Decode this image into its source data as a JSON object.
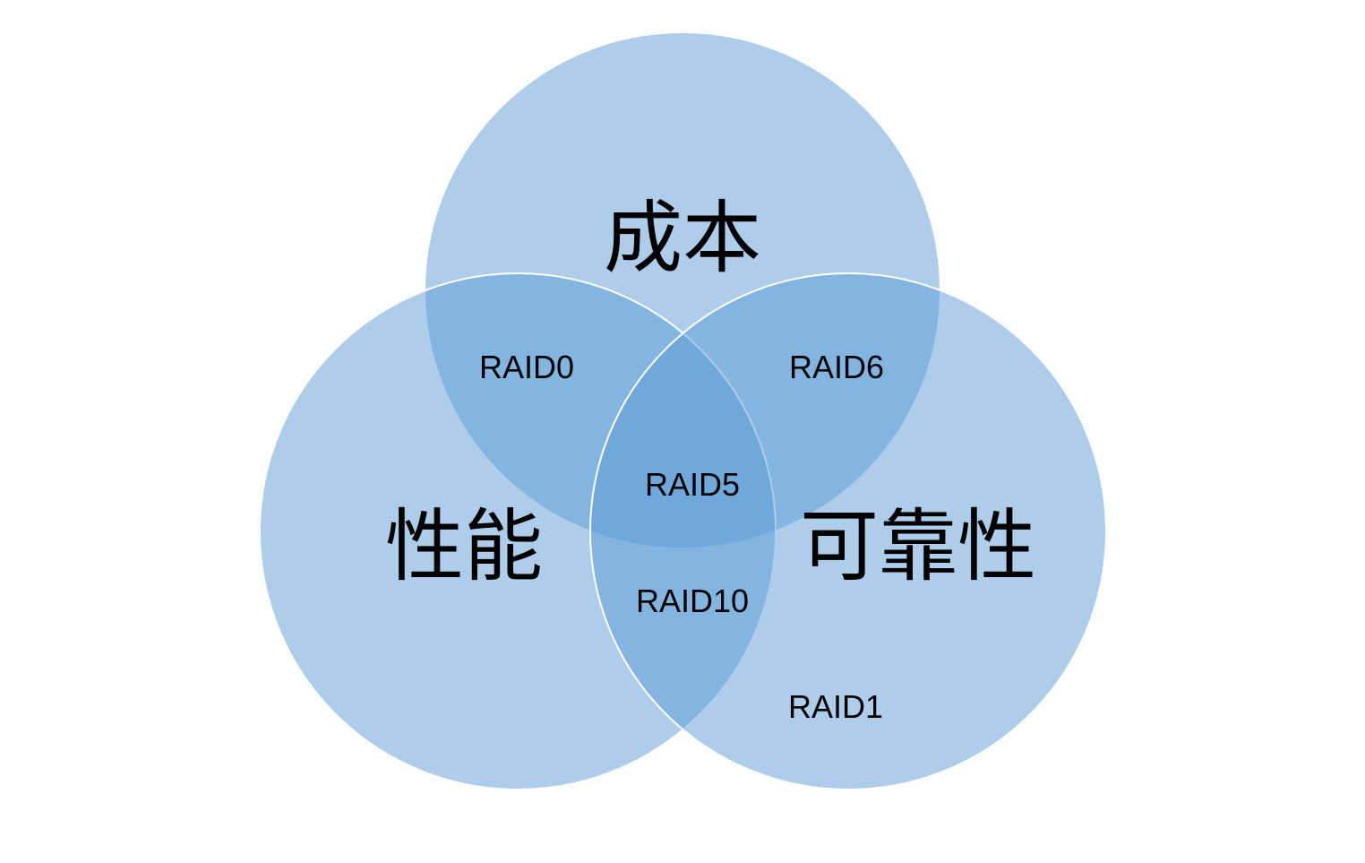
{
  "sets": [
    {
      "id": "top",
      "label": "成本"
    },
    {
      "id": "left",
      "label": "性能"
    },
    {
      "id": "right",
      "label": "可靠性"
    }
  ],
  "regions": {
    "top_left": "RAID0",
    "top_right": "RAID6",
    "center": "RAID5",
    "left_right": "RAID10",
    "right_only": "RAID1"
  },
  "colors": {
    "fill": "#5B9BD5",
    "stroke": "#FFFFFF"
  }
}
